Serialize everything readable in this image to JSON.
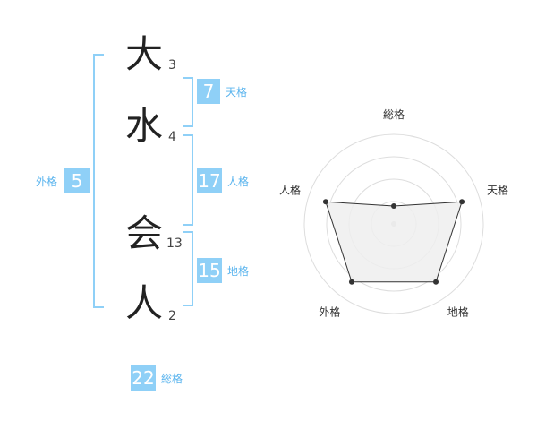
{
  "name": {
    "chars": [
      {
        "char": "大",
        "strokes": "3"
      },
      {
        "char": "水",
        "strokes": "4"
      },
      {
        "char": "会",
        "strokes": "13"
      },
      {
        "char": "人",
        "strokes": "2"
      }
    ]
  },
  "fortune": {
    "ten": {
      "value": "7",
      "label": "天格"
    },
    "jin": {
      "value": "17",
      "label": "人格"
    },
    "chi": {
      "value": "15",
      "label": "地格"
    },
    "gai": {
      "value": "5",
      "label": "外格"
    },
    "sou": {
      "value": "22",
      "label": "総格"
    }
  },
  "chart_data": {
    "type": "radar",
    "axes": [
      "総格",
      "天格",
      "地格",
      "外格",
      "人格"
    ],
    "values": [
      0.2,
      0.8,
      0.8,
      0.8,
      0.8
    ],
    "max": 1.0,
    "rings": 4,
    "colors": {
      "fill": "#eeeeee",
      "line": "#333333",
      "ring": "#dddddd"
    }
  }
}
